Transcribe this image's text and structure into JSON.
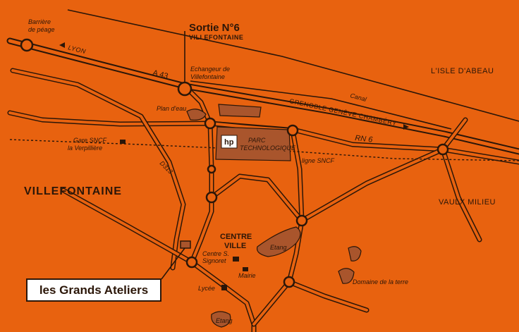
{
  "map": {
    "exit": {
      "title": "Sortie N°6",
      "subtitle": "VILLEFONTAINE"
    },
    "toll": {
      "line1": "Barrière",
      "line2": "de péage"
    },
    "highway": "A 43",
    "lyon": "LYON",
    "interchange": {
      "line1": "Echangeur de",
      "line2": "Villefontaine"
    },
    "canal": "Canal",
    "gre_route": "GRENOBLE  GENÈVE  CHAMBÉRY",
    "isle_abeau": "L'ISLE D'ABEAU",
    "plan_eau": "Plan d'eau",
    "gare": {
      "line1": "Gare SNCF",
      "line2": "la Verpillière"
    },
    "parc": {
      "line1": "PARC",
      "line2": "TECHNOLOGIQUE"
    },
    "hp_logo": "hp",
    "rn6": "RN 6",
    "ligne_sncf": "ligne SNCF",
    "d313": "D313",
    "villefontaine": "VILLEFONTAINE",
    "vaulx_milieu": "VAULX MILIEU",
    "centre_ville": {
      "line1": "CENTRE",
      "line2": "VILLE"
    },
    "etang": "Etang",
    "etang_small": "Etang",
    "centre_signoret": {
      "line1": "Centre S.",
      "line2": "Signoret"
    },
    "mairie": "Mairie",
    "lycee": "Lycée",
    "domaine": "Domaine de la terre"
  },
  "callout": {
    "label": "les Grands Ateliers"
  },
  "colors": {
    "background": "#e8620f",
    "ink": "#2b1608",
    "area": "#a9552c",
    "callout_bg": "#ffffff"
  }
}
